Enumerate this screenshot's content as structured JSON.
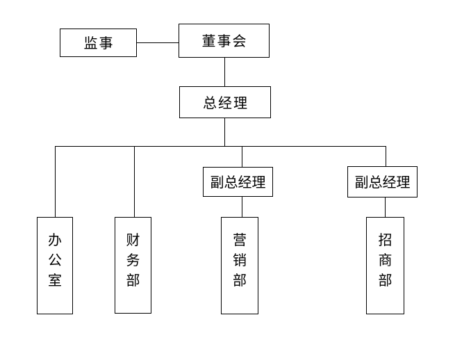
{
  "diagram": {
    "type": "org-chart",
    "background_color": "#ffffff",
    "line_color": "#000000",
    "text_color": "#000000",
    "nodes": {
      "supervisor": {
        "label": "监事"
      },
      "board": {
        "label": "董事会"
      },
      "general_manager": {
        "label": "总经理"
      },
      "deputy_gm_1": {
        "label": "副总经理"
      },
      "deputy_gm_2": {
        "label": "副总经理"
      },
      "office": {
        "label": "办公室"
      },
      "finance_dept": {
        "label": "财务部"
      },
      "marketing_dept": {
        "label": "营销部"
      },
      "investment_dept": {
        "label": "招商部"
      }
    },
    "edges": [
      {
        "from": "supervisor",
        "to": "board"
      },
      {
        "from": "board",
        "to": "general_manager"
      },
      {
        "from": "general_manager",
        "to": "office"
      },
      {
        "from": "general_manager",
        "to": "finance_dept"
      },
      {
        "from": "general_manager",
        "to": "deputy_gm_1"
      },
      {
        "from": "general_manager",
        "to": "deputy_gm_2"
      },
      {
        "from": "deputy_gm_1",
        "to": "marketing_dept"
      },
      {
        "from": "deputy_gm_2",
        "to": "investment_dept"
      }
    ]
  }
}
